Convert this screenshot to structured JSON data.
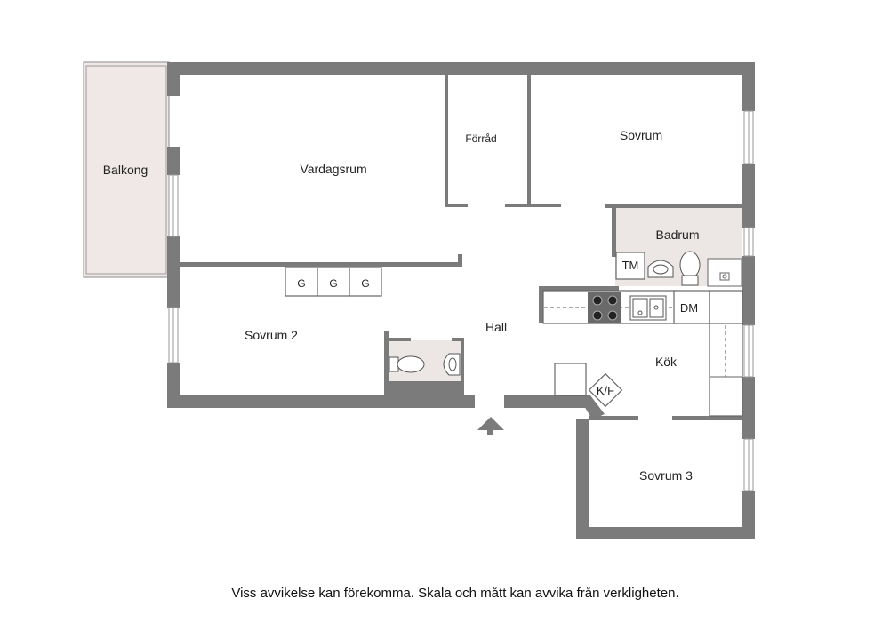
{
  "colors": {
    "wall": "#7b7b7b",
    "wet_room": "#ece6e4",
    "balcony": "#efe8e6",
    "fixture_line": "#666666",
    "background": "#ffffff"
  },
  "rooms": {
    "balkong": "Balkong",
    "vardagsrum": "Vardagsrum",
    "forrad": "Förråd",
    "sovrum": "Sovrum",
    "badrum": "Badrum",
    "sovrum2": "Sovrum 2",
    "hall": "Hall",
    "kok": "Kök",
    "sovrum3": "Sovrum 3"
  },
  "fixtures": {
    "tm": "TM",
    "dm": "DM",
    "kf": "K/F",
    "wardrobe_1": "G",
    "wardrobe_2": "G",
    "wardrobe_3": "G"
  },
  "entrance_icon": "entrance-arrow-icon",
  "footer_note": "Viss avvikelse kan förekomma. Skala och mått kan avvika från verkligheten."
}
